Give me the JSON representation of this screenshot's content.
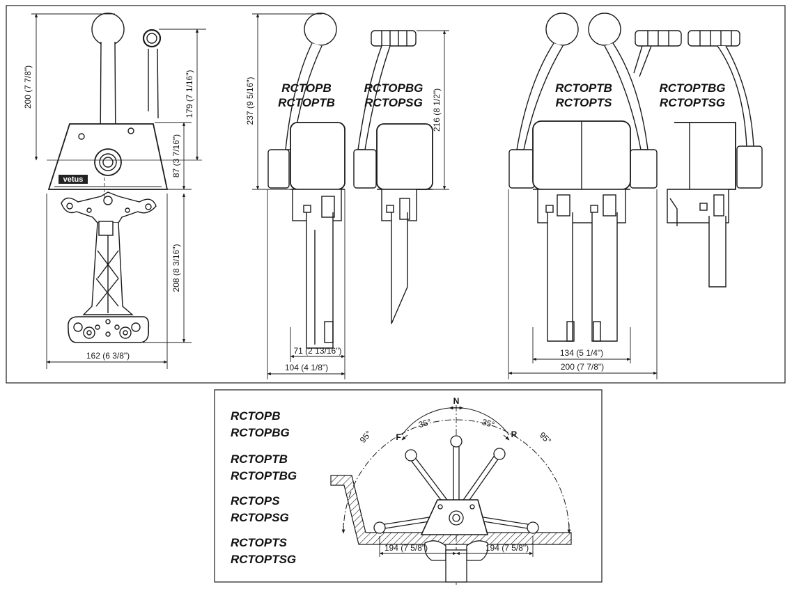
{
  "top_panel": {
    "front_view": {
      "logo": "vetus",
      "dims": {
        "handle_height": "200 (7 7/8\")",
        "lever_height": "179 (7 1/16\")",
        "housing_height": "87 (3 7/16\")",
        "under_depth": "208 (8 3/16\")",
        "width": "162 (6 3/8\")"
      }
    },
    "side_single": {
      "dims": {
        "height_ball": "237 (9 5/16\")",
        "height_grip": "216 (8 1/2\")",
        "body_width": "71 (2 13/16\")",
        "overall_width": "104 (4 1/8\")"
      },
      "models_left": [
        "RCTOPB",
        "RCTOPTB"
      ],
      "models_right": [
        "RCTOPBG",
        "RCTOPSG"
      ]
    },
    "side_double": {
      "dims": {
        "inner_width": "134 (5 1/4\")",
        "overall_width": "200 (7 7/8\")"
      },
      "models_left": [
        "RCTOPTB",
        "RCTOPTS"
      ],
      "models_right": [
        "RCTOPTBG",
        "RCTOPTSG"
      ]
    }
  },
  "bottom_panel": {
    "model_groups": [
      [
        "RCTOPB",
        "RCTOPBG"
      ],
      [
        "RCTOPTB",
        "RCTOPTBG"
      ],
      [
        "RCTOPS",
        "RCTOPSG"
      ],
      [
        "RCTOPTS",
        "RCTOPTSG"
      ]
    ],
    "positions": {
      "neutral": "N",
      "forward": "F",
      "reverse": "R"
    },
    "angles": {
      "forward": "35°",
      "reverse": "35°",
      "max_left": "95°",
      "max_right": "95°"
    },
    "dims": {
      "left": "194 (7 5/8\")",
      "right": "194 (7 5/8\")"
    }
  }
}
